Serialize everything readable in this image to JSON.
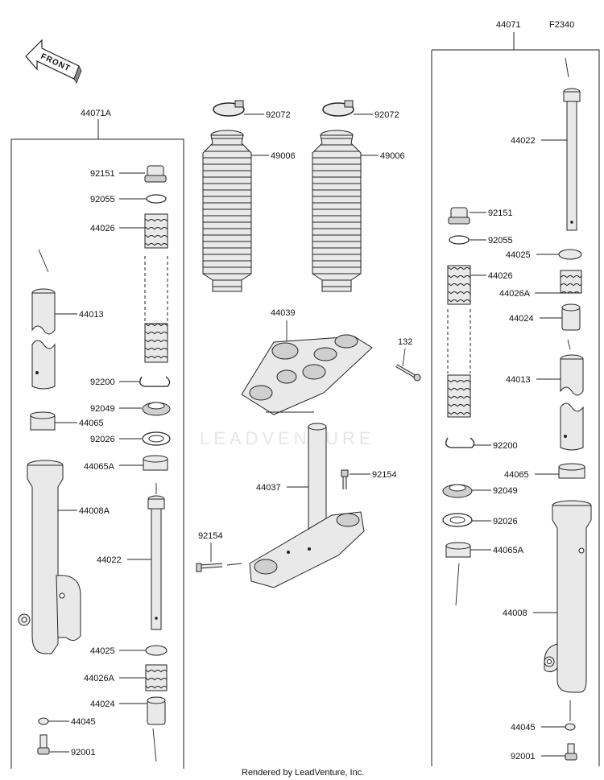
{
  "diagram": {
    "code": "F2340",
    "front_label": "FRONT",
    "watermark": "LEADVENTURE",
    "footer": "Rendered by LeadVenture, Inc.",
    "assemblies": {
      "left": "44071A",
      "right": "44071"
    },
    "labels": {
      "l_92151": "92151",
      "l_92055": "92055",
      "l_44026": "44026",
      "l_44013": "44013",
      "l_92200": "92200",
      "l_92049": "92049",
      "l_44065": "44065",
      "l_92026": "92026",
      "l_44065A": "44065A",
      "l_44008A": "44008A",
      "l_44022": "44022",
      "l_44025": "44025",
      "l_44026A": "44026A",
      "l_44024": "44024",
      "l_44045": "44045",
      "l_92001": "92001",
      "c_92072a": "92072",
      "c_92072b": "92072",
      "c_49006a": "49006",
      "c_49006b": "49006",
      "c_44039": "44039",
      "c_132": "132",
      "c_44037": "44037",
      "c_92154a": "92154",
      "c_92154b": "92154",
      "r_44022": "44022",
      "r_92151": "92151",
      "r_92055": "92055",
      "r_44025": "44025",
      "r_44026": "44026",
      "r_44026A": "44026A",
      "r_44024": "44024",
      "r_44013": "44013",
      "r_92200": "92200",
      "r_44065": "44065",
      "r_92049": "92049",
      "r_92026": "92026",
      "r_44065A": "44065A",
      "r_44008": "44008",
      "r_44045": "44045",
      "r_92001": "92001"
    }
  }
}
